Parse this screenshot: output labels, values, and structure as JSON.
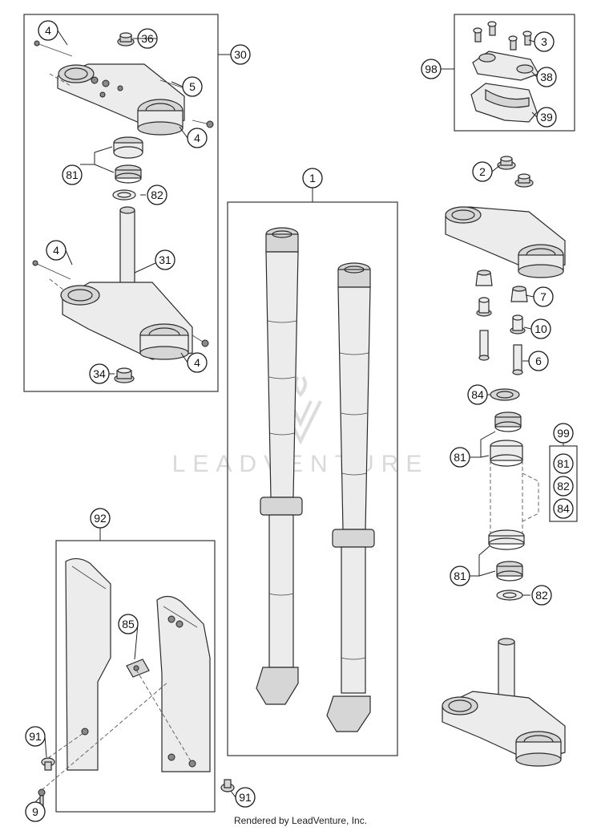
{
  "watermark": "LEADVENTURE",
  "footer": "Rendered by LeadVenture, Inc.",
  "callouts": {
    "c1": "1",
    "c2": "2",
    "c3": "3",
    "c4a": "4",
    "c4b": "4",
    "c4c": "4",
    "c4d": "4",
    "c5": "5",
    "c6": "6",
    "c7": "7",
    "c9": "9",
    "c10": "10",
    "c30": "30",
    "c31": "31",
    "c34": "34",
    "c36": "36",
    "c38": "38",
    "c39": "39",
    "c81a": "81",
    "c81b": "81",
    "c81c": "81",
    "c81d": "81",
    "c82a": "82",
    "c82b": "82",
    "c82c": "82",
    "c84a": "84",
    "c84b": "84",
    "c85": "85",
    "c91a": "91",
    "c91b": "91",
    "c92": "92",
    "c98": "98",
    "c99": "99"
  }
}
